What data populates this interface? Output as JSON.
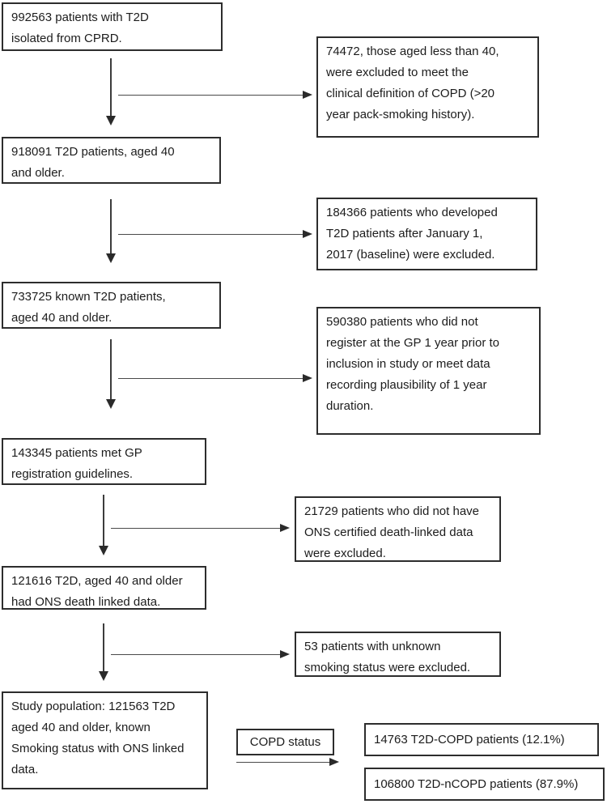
{
  "flowchart": {
    "main_boxes": {
      "b1": {
        "text": "992563 patients with T2D\nisolated from CPRD."
      },
      "b2": {
        "text": "918091 T2D patients, aged 40\nand older."
      },
      "b3": {
        "text": "733725 known T2D patients,\naged 40 and older."
      },
      "b4": {
        "text": "143345 patients met GP\nregistration guidelines."
      },
      "b5": {
        "text": "121616 T2D, aged 40 and older\nhad ONS death linked data."
      },
      "b6": {
        "text": "Study population: 121563 T2D\naged 40 and older, known\nSmoking status with ONS linked\ndata."
      }
    },
    "exclusion_boxes": {
      "r1": {
        "text": "74472, those aged less than 40,\nwere excluded to meet the\nclinical definition of COPD (>20\nyear pack-smoking history)."
      },
      "r2": {
        "text": "184366 patients who developed\nT2D patients after January 1,\n2017 (baseline) were excluded."
      },
      "r3": {
        "text": "590380 patients who did not\nregister at the GP 1 year prior to\ninclusion in study or meet data\nrecording plausibility of 1 year\nduration."
      },
      "r4": {
        "text": "21729 patients who did not have\nONS certified death-linked data\nwere excluded."
      },
      "r5": {
        "text": "53 patients with unknown\nsmoking status were excluded."
      }
    },
    "branch_label": {
      "text": "COPD status"
    },
    "outcome_boxes": {
      "o1": {
        "text": "14763 T2D-COPD patients (12.1%)"
      },
      "o2": {
        "text": "106800 T2D-nCOPD patients (87.9%)"
      }
    }
  },
  "colors": {
    "background": "#ffffff",
    "box_border": "#2d2d2d",
    "text": "#1c1c1c",
    "arrow": "#3c3c3c"
  }
}
